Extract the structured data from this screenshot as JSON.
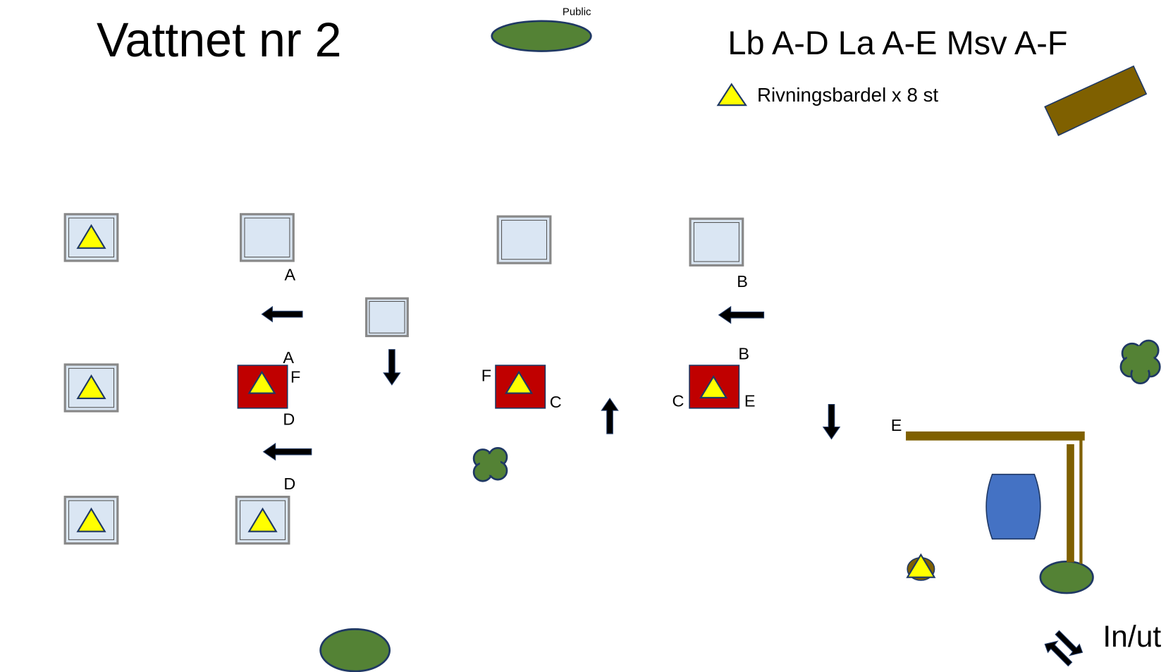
{
  "title": "Vattnet nr 2",
  "public_label": "Public",
  "header_codes": "Lb A-D La A-E Msv A-F",
  "legend": {
    "label": "Rivningsbardel x 8 st"
  },
  "labels": {
    "a1": "A",
    "a2": "A",
    "f1": "F",
    "d1": "D",
    "d2": "D",
    "f2": "F",
    "c1": "C",
    "b1": "B",
    "b2": "B",
    "c2": "C",
    "e1": "E",
    "e2": "E"
  },
  "entrance_label": "In/ut",
  "colors": {
    "red": "#c00000",
    "box": "#dae6f3",
    "triangle": "#ffff00",
    "tree": "#548235",
    "wood": "#7f6000",
    "barrel": "#4472c4"
  }
}
